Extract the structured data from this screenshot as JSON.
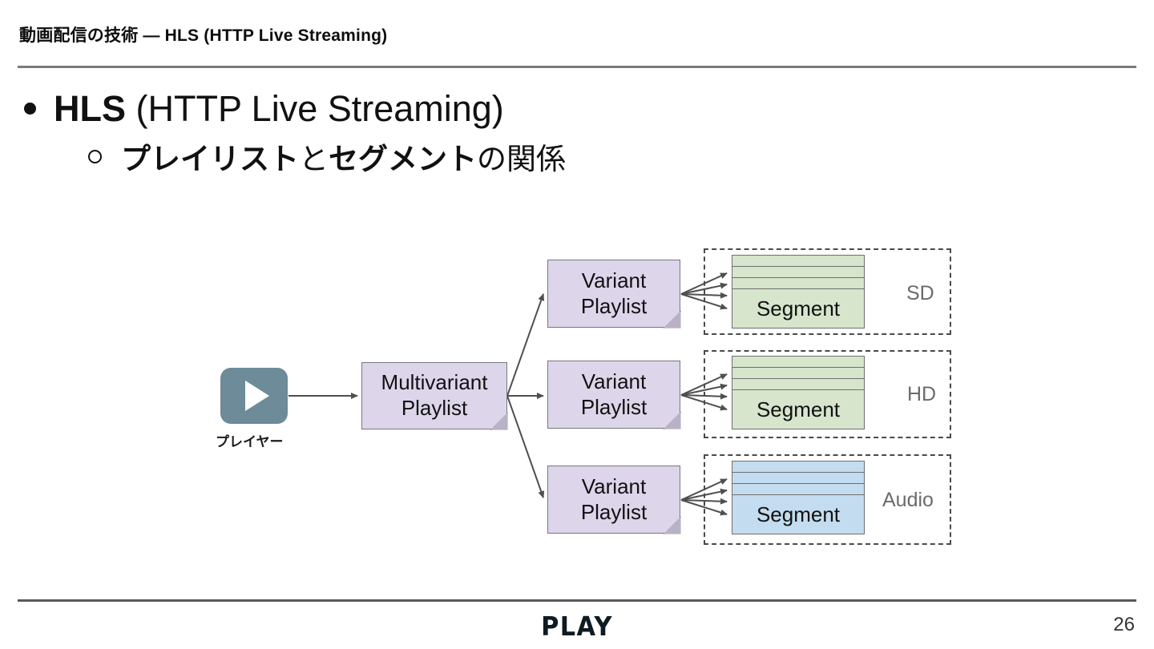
{
  "header": {
    "title": "動画配信の技術 ― HLS (HTTP Live Streaming)"
  },
  "body": {
    "bullet_level1": {
      "strong": "HLS",
      "rest": " (HTTP Live Streaming)"
    },
    "bullet_level2": {
      "strong1": "プレイリスト",
      "mid": "と",
      "strong2": "セグメント",
      "rest": "の関係"
    }
  },
  "diagram": {
    "player": {
      "icon": "play-button-icon",
      "caption": "プレイヤー"
    },
    "multivariant": {
      "line1": "Multivariant",
      "line2": "Playlist"
    },
    "rows": [
      {
        "playlist_line1": "Variant",
        "playlist_line2": "Playlist",
        "group_label": "SD",
        "segment_label": "Segment",
        "segment_color": "#d6e5cc",
        "strip_count": 3,
        "arrow_count": 4
      },
      {
        "playlist_line1": "Variant",
        "playlist_line2": "Playlist",
        "group_label": "HD",
        "segment_label": "Segment",
        "segment_color": "#d6e5cc",
        "strip_count": 3,
        "arrow_count": 4
      },
      {
        "playlist_line1": "Variant",
        "playlist_line2": "Playlist",
        "group_label": "Audio",
        "segment_label": "Segment",
        "segment_color": "#c3dcef",
        "strip_count": 3,
        "arrow_count": 4
      }
    ],
    "colors": {
      "playlist_fill": "#ddd5ea",
      "playlist_border": "#777782",
      "player_fill": "#6d8b98",
      "segment_green": "#d6e5cc",
      "segment_blue": "#c3dcef",
      "arrow": "#4f4f4f",
      "dashed_border": "#4a4a4a"
    }
  },
  "footer": {
    "logo": "PLAY",
    "page_number": "26"
  }
}
